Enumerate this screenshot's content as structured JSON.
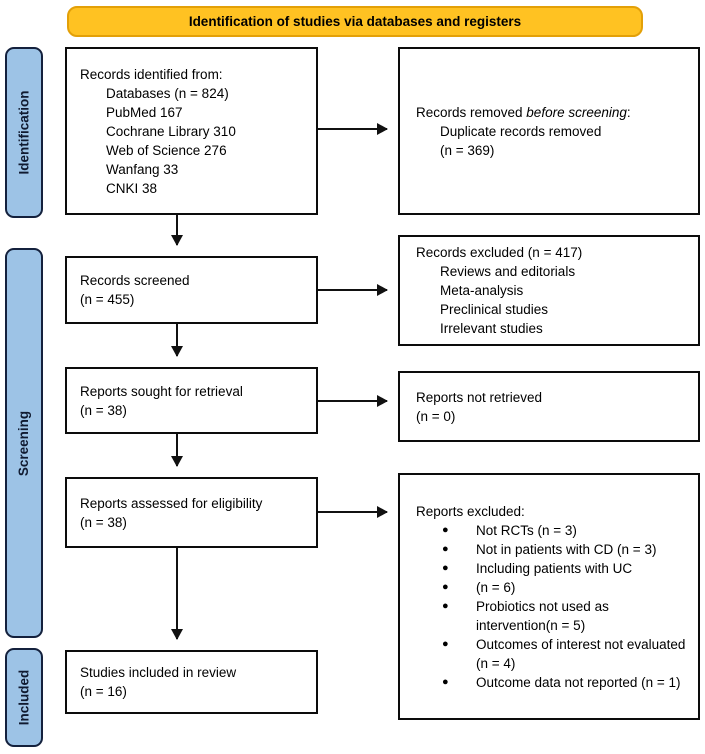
{
  "header": {
    "title": "Identification of studies via databases and registers"
  },
  "colors": {
    "header_fill": "#FFC222",
    "header_border": "#E3A008",
    "stage_fill": "#9DC3E6",
    "stage_border": "#14213D"
  },
  "stages": {
    "identification": "Identification",
    "screening": "Screening",
    "included": "Included"
  },
  "boxes": {
    "records_identified": {
      "title": "Records identified from:",
      "lines": [
        "Databases (n = 824)",
        "PubMed 167",
        "Cochrane Library 310",
        "Web of Science 276",
        "Wanfang 33",
        "CNKI 38"
      ]
    },
    "records_removed": {
      "prefix": "Records removed ",
      "italic": "before screening",
      "suffix": ":",
      "lines": [
        "Duplicate records removed",
        "(n = 369)"
      ]
    },
    "records_screened": {
      "line1": "Records screened",
      "line2": "(n = 455)"
    },
    "records_excluded": {
      "title": "Records excluded (n = 417)",
      "lines": [
        "Reviews and editorials",
        "Meta-analysis",
        "Preclinical studies",
        "Irrelevant studies"
      ]
    },
    "reports_sought": {
      "line1": "Reports sought for retrieval",
      "line2": "(n = 38)"
    },
    "reports_not_retrieved": {
      "line1": "Reports not retrieved",
      "line2": "(n = 0)"
    },
    "reports_assessed": {
      "line1": "Reports assessed for eligibility",
      "line2": "(n = 38)"
    },
    "reports_excluded": {
      "title": "Reports excluded:",
      "bullet": "●",
      "items": [
        "Not RCTs (n = 3)",
        "Not in patients with CD (n = 3)",
        "Including patients with UC",
        "(n = 6)",
        "Probiotics not used as intervention(n = 5)",
        "Outcomes of interest not evaluated (n = 4)",
        "Outcome data not reported (n = 1)"
      ]
    },
    "studies_included": {
      "line1": "Studies included in review",
      "line2": "(n = 16)"
    }
  }
}
